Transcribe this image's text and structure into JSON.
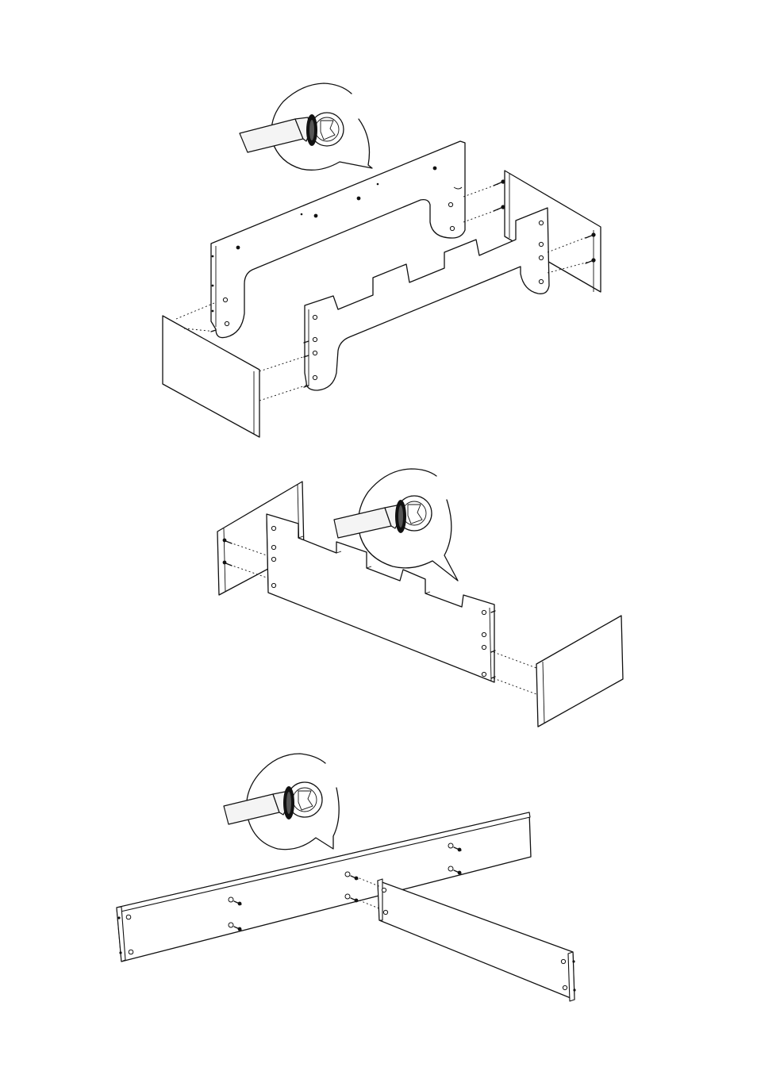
{
  "figure": {
    "kind": "assembly-instructions",
    "steps": [
      {
        "id": "step-1",
        "parts": [
          "back-panel",
          "front-panel",
          "left-side-panel",
          "right-side-panel"
        ],
        "detail": "screwdriver-cam-lock-zoom"
      },
      {
        "id": "step-2",
        "parts": [
          "divider-panel",
          "left-end-panel",
          "right-end-panel"
        ],
        "detail": "screwdriver-cam-lock-zoom"
      },
      {
        "id": "step-3",
        "parts": [
          "long-rail",
          "cross-rail",
          "dowels"
        ],
        "detail": "screwdriver-cam-lock-zoom"
      }
    ],
    "icons": {
      "zoom": "magnifier-callout-icon",
      "tool": "screwdriver-icon",
      "fastener": "cam-lock-icon"
    },
    "colors": {
      "line": "#111111",
      "background": "#ffffff"
    }
  }
}
